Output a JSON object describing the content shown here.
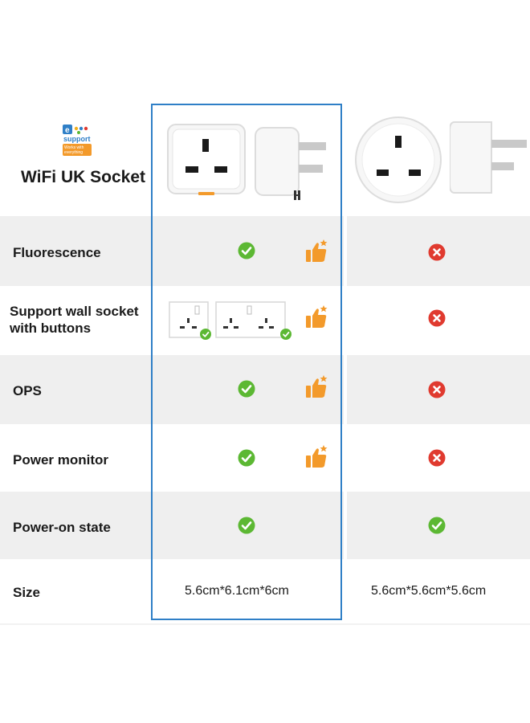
{
  "logo": {
    "brand": "support",
    "tagline": "Works with everything"
  },
  "header": {
    "title": "WiFi UK Socket"
  },
  "rows": [
    {
      "label": "Fluorescence",
      "col1": "check",
      "col1_recommended": true,
      "col2": "cross"
    },
    {
      "label_line1": "Support wall socket",
      "label_line2": "with buttons",
      "col1": "wall-sockets-with-checks",
      "col1_recommended": true,
      "col2": "cross"
    },
    {
      "label": "OPS",
      "col1": "check",
      "col1_recommended": true,
      "col2": "cross"
    },
    {
      "label": "Power monitor",
      "col1": "check",
      "col1_recommended": true,
      "col2": "cross"
    },
    {
      "label": "Power-on state",
      "col1": "check",
      "col1_recommended": false,
      "col2": "check"
    },
    {
      "label": "Size",
      "col1": "5.6cm*6.1cm*6cm",
      "col2": "5.6cm*5.6cm*5.6cm"
    }
  ],
  "colors": {
    "highlight_border": "#2f7fc7",
    "check": "#5cb833",
    "cross": "#e03a2f",
    "thumb": "#f39a2b",
    "row_shade": "#efefef"
  }
}
